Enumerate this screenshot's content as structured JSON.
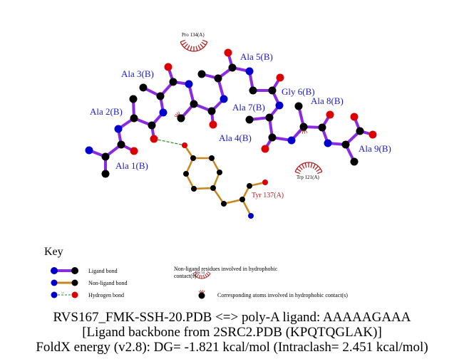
{
  "residues": {
    "ligand": [
      {
        "label": "Ala 1(B)"
      },
      {
        "label": "Ala 2(B)"
      },
      {
        "label": "Ala 3(B)"
      },
      {
        "label": "Ala 4(B)"
      },
      {
        "label": "Ala 5(B)"
      },
      {
        "label": "Gly 6(B)"
      },
      {
        "label": "Ala 7(B)"
      },
      {
        "label": "Ala 8(B)"
      },
      {
        "label": "Ala 9(B)"
      }
    ],
    "tyr": "Tyr 137(A)",
    "hydrophobic": [
      "Pro 134(A)",
      "Trp 121(A)"
    ]
  },
  "key": {
    "title": "Key",
    "ligand_bond": "Ligand bond",
    "nonligand_bond": "Non-ligand bond",
    "hbond": "Hydrogen bond",
    "hbond_dist": "3.0",
    "res_example": "His 53",
    "hydro_res": "Non-ligand residues involved in hydrophobic contact(s)",
    "hydro_atoms": "Corresponding atoms involved in hydrophobic contact(s)"
  },
  "caption": {
    "line1": "RVS167_FMK-SSH-20.PDB <=> poly-A ligand: AAAAAGAAA",
    "line2": "[Ligand backbone from 2SRC2.PDB (KPQTQGLAK)]",
    "line3": "FoldX energy (v2.8): DG= -1.821 kcal/mol (Intraclash= 2.451 kcal/mol)"
  },
  "colors": {
    "ligand_bond": "#8a2be2",
    "nonligand_bond": "#c8861e",
    "N": "#0000cc",
    "O": "#dd0000",
    "C": "#000000",
    "hydro": "#b22222",
    "label_blue": "#1a1acc"
  }
}
